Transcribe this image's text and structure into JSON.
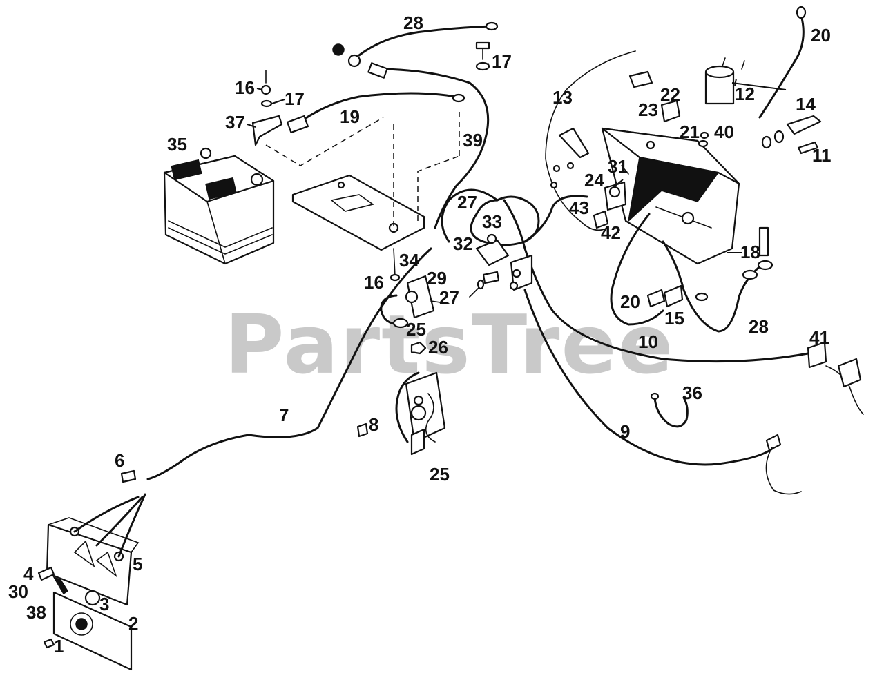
{
  "watermark": "PartsTree",
  "labels": {
    "l1": "1",
    "l2": "2",
    "l3": "3",
    "l4": "4",
    "l5": "5",
    "l6": "6",
    "l7": "7",
    "l8": "8",
    "l9": "9",
    "l10": "10",
    "l11": "11",
    "l12": "12",
    "l13": "13",
    "l14": "14",
    "l15": "15",
    "l16a": "16",
    "l16b": "16",
    "l17a": "17",
    "l17b": "17",
    "l18": "18",
    "l19": "19",
    "l20a": "20",
    "l20b": "20",
    "l21": "21",
    "l22": "22",
    "l23": "23",
    "l24": "24",
    "l25a": "25",
    "l25b": "25",
    "l26": "26",
    "l27a": "27",
    "l27b": "27",
    "l28a": "28",
    "l28b": "28",
    "l29": "29",
    "l30": "30",
    "l31": "31",
    "l32": "32",
    "l33": "33",
    "l34": "34",
    "l35": "35",
    "l36": "36",
    "l37": "37",
    "l38": "38",
    "l39": "39",
    "l40": "40",
    "l41": "41",
    "l42": "42",
    "l43": "43"
  }
}
